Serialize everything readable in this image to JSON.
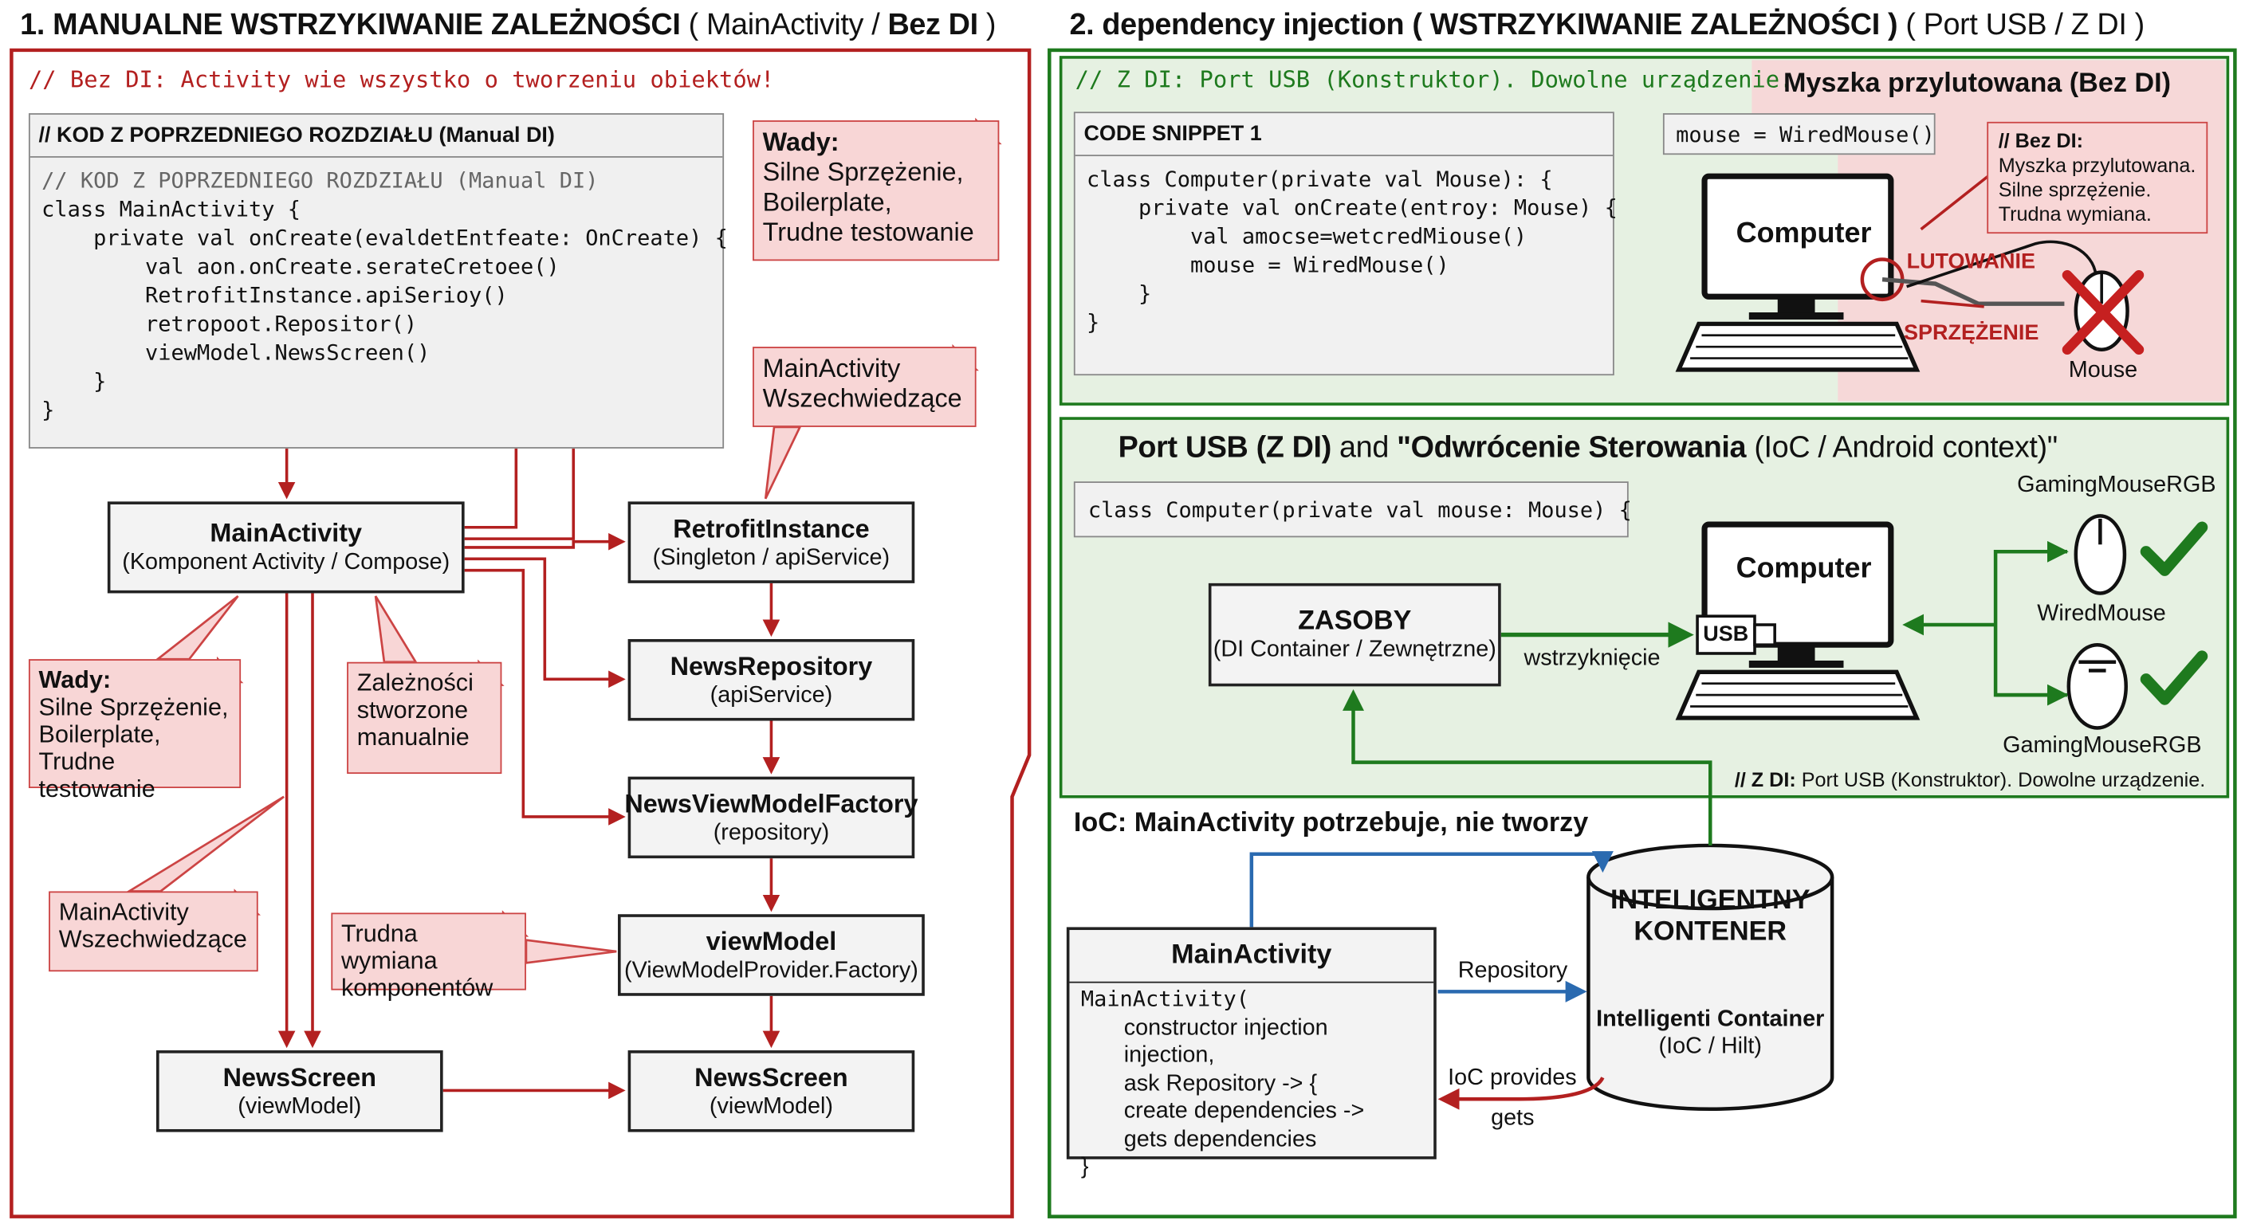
{
  "left": {
    "title_bold1": "1. MANUALNE WSTRZYKIWANIE ZALEŻNOŚCI",
    "title_paren_open": " ( ",
    "title_normal": "MainActivity / ",
    "title_bold2": "Bez DI",
    "title_paren_close": " )",
    "comment": "// Bez DI: Activity wie wszystko o tworzeniu obiektów!",
    "code_header": "// KOD Z POPRZEDNIEGO ROZDZIAŁU (Manual DI)",
    "code_lines": [
      "// KOD Z POPRZEDNIEGO ROZDZIAŁU (Manual DI)",
      "class MainActivity {",
      "    private val onCreate(evaldetEntfeate: OnCreate) {",
      "        val aon.onCreate.serateCretoee()",
      "        RetrofitInstance.apiSerioy()",
      "        retropoot.Repositor()",
      "        viewModel.NewsScreen()",
      "    }",
      "}"
    ],
    "note_top": [
      "Wady:",
      "Silne Sprzężenie,",
      "Boilerplate,",
      "Trudne testowanie"
    ],
    "note_main_activity": [
      "MainActivity",
      "Wszechwiedzące"
    ],
    "note_wady": [
      "Wady:",
      "Silne Sprzężenie,",
      "Boilerplate,",
      "Trudne testowanie"
    ],
    "note_zaleznosci": [
      "Zależności",
      "stworzone",
      "manualnie"
    ],
    "note_main_activity2": [
      "MainActivity",
      "Wszechwiedzące"
    ],
    "note_trudna": [
      "Trudna wymiana",
      "komponentów"
    ],
    "main_activity": {
      "title": "MainActivity",
      "sub": "(Komponent Activity / Compose)"
    },
    "retrofit": {
      "title": "RetrofitInstance",
      "sub": "(Singleton / apiService)"
    },
    "repository": {
      "title": "NewsRepository",
      "sub": "(apiService)"
    },
    "factory": {
      "title": "NewsViewModelFactory",
      "sub": "(repository)"
    },
    "viewmodel": {
      "title": "viewModel",
      "sub": "(ViewModelProvider.Factory)"
    },
    "news_left": {
      "title": "NewsScreen",
      "sub": "(viewModel)"
    },
    "news_right": {
      "title": "NewsScreen",
      "sub": "(viewModel)"
    }
  },
  "right": {
    "title_bold1": "2. dependency injection",
    "title_bold2": "( WSTRZYKIWANIE ZALEŻNOŚCI )",
    "title_normal": " ( Port USB / Z DI )",
    "comment": "// Z DI: Port USB (Konstruktor). Dowolne urządzenie.",
    "wired_title": "Myszka przylutowana (Bez DI)",
    "snippet_header": "CODE SNIPPET 1",
    "snippet_lines": [
      "class Computer(private val Mouse): {",
      "    private val onCreate(entroy: Mouse) {",
      "        val amocse=wetcredMiouse()",
      "        mouse = WiredMouse()",
      "    }",
      "}"
    ],
    "mouse_assign": "mouse = WiredMouse()",
    "bez_di_note": [
      "// Bez DI:",
      "Myszka przylutowana.",
      "Silne sprzężenie.",
      "Trudna wymiana."
    ],
    "computer_label": "Computer",
    "lutowanie": "LUTOWANIE",
    "sprzezenie": "SPRZĘŻENIE",
    "mouse_label": "Mouse",
    "usb_title_bold": "Port USB (Z DI)",
    "usb_title_mid": " and ",
    "usb_title_bold2": "\"Odwrócenie Sterowania",
    "usb_title_normal": " (IoC / Android context)\"",
    "usb_code": "class Computer(private val mouse: Mouse) {",
    "zasoby": {
      "title": "ZASOBY",
      "sub": "(DI Container / Zewnętrzne)"
    },
    "wstrzykniecie": "wstrzyknięcie",
    "usb_label": "USB",
    "gaming1": "GamingMouseRGB",
    "wired": "WiredMouse",
    "gaming2": "GamingMouseRGB",
    "zdi_note_bold": "// Z DI:",
    "zdi_note": " Port USB (Konstruktor). Dowolne urządzenie.",
    "ioc_title": "IoC: MainActivity potrzebuje, nie tworzy",
    "ioc_main": "MainActivity",
    "ioc_lines": [
      "MainActivity(",
      "    constructor injection injection,",
      "    ask Repository -> {",
      "    create dependencies ->",
      "    gets dependencies",
      "}"
    ],
    "repo_label": "Repository",
    "ioc_provides": "IoC provides",
    "gets": "gets",
    "container_title": [
      "INTELIGENTNY",
      "KONTENER"
    ],
    "container_sub": "Intelligenti Container",
    "container_sub2": "(IoC / Hilt)"
  },
  "colors": {
    "red": "#b32020",
    "green": "#1e7a1e",
    "blue": "#2a6ab0",
    "redfill": "#f8d6d6",
    "greenfill": "#e6f1e2"
  }
}
